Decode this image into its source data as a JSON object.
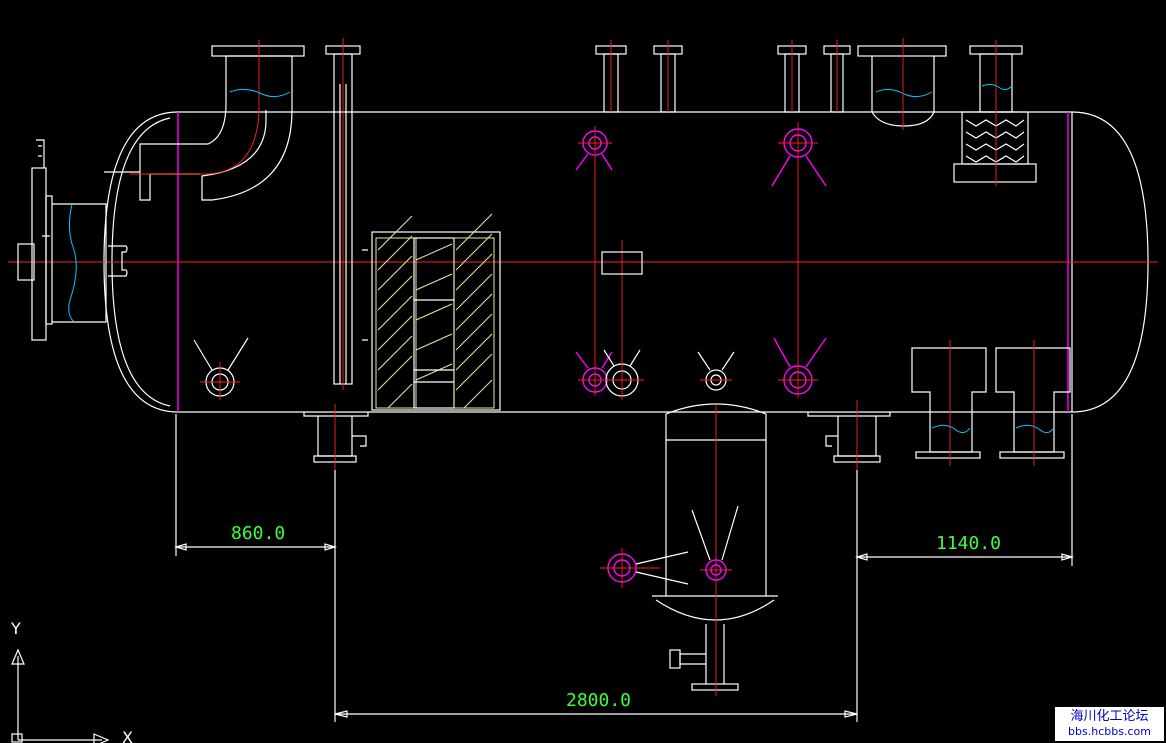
{
  "dimensions": {
    "left_span": "860.0",
    "right_span": "1140.0",
    "support_span": "2800.0"
  },
  "ucs": {
    "x_label": "X",
    "y_label": "Y"
  },
  "watermark": {
    "line1": "海川化工论坛",
    "line2": "bbs.hcbbs.com"
  },
  "colors": {
    "background": "#000000",
    "outline": "#ffffff",
    "centerline": "#ff2020",
    "nozzle_marks": "#ff00ff",
    "dimension_text": "#3cff3c",
    "liquid_level": "#00c8ff"
  }
}
